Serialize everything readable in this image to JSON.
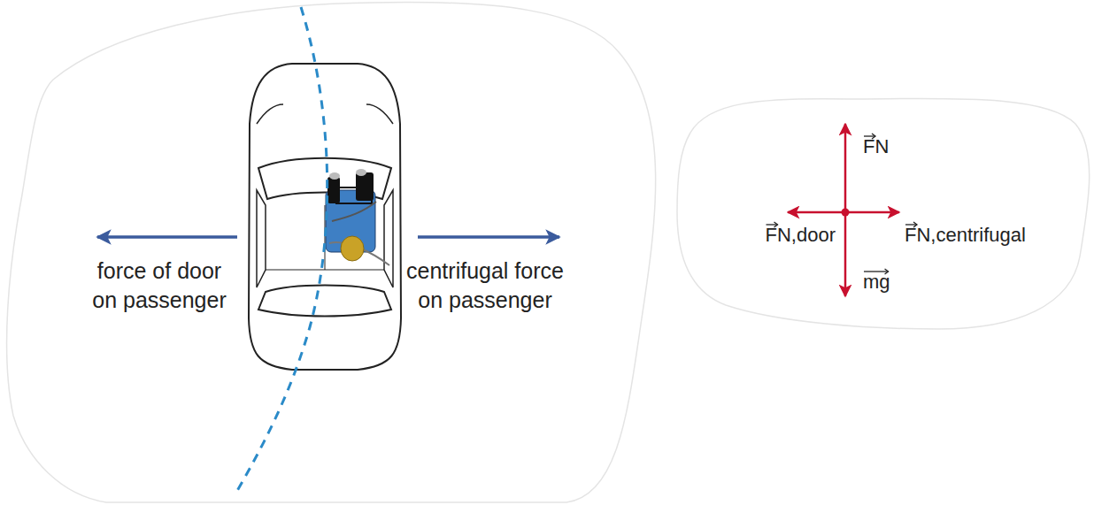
{
  "diagram": {
    "labels": [
      "force of door on passenger",
      "centrifugal force on passenger",
      "FN",
      "FN,door",
      "FN,centrifugal",
      "mg"
    ]
  }
}
